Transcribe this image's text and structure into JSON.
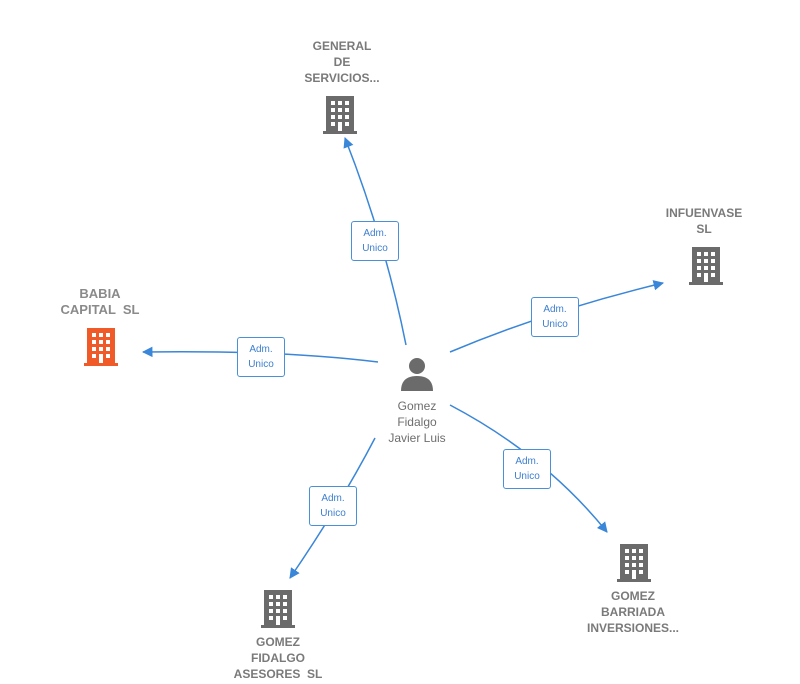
{
  "colors": {
    "edge": "#3a86d8",
    "company_icon": "#6b6b6b",
    "highlight_icon": "#f05a28",
    "person_icon": "#6b6b6b"
  },
  "person": {
    "icon": "person-icon",
    "name_lines": [
      "Gomez",
      "Fidalgo",
      "Javier Luis"
    ]
  },
  "companies": [
    {
      "id": "general-de-servicios",
      "icon": "building-icon",
      "name_lines": [
        "GENERAL",
        "DE",
        "SERVICIOS..."
      ],
      "highlight": false
    },
    {
      "id": "infuenvase",
      "icon": "building-icon",
      "name_lines": [
        "INFUENVASE",
        "SL"
      ],
      "highlight": false
    },
    {
      "id": "babia-capital",
      "icon": "building-icon",
      "name_lines": [
        "BABIA",
        "CAPITAL  SL"
      ],
      "highlight": true
    },
    {
      "id": "gomez-barriada",
      "icon": "building-icon",
      "name_lines": [
        "GOMEZ",
        "BARRIADA",
        "INVERSIONES..."
      ],
      "highlight": false
    },
    {
      "id": "gomez-fidalgo-asesores",
      "icon": "building-icon",
      "name_lines": [
        "GOMEZ",
        "FIDALGO",
        "ASESORES  SL"
      ],
      "highlight": false
    }
  ],
  "edges": [
    {
      "to": "general-de-servicios",
      "label_lines": [
        "Adm.",
        "Unico"
      ]
    },
    {
      "to": "infuenvase",
      "label_lines": [
        "Adm.",
        "Unico"
      ]
    },
    {
      "to": "babia-capital",
      "label_lines": [
        "Adm.",
        "Unico"
      ]
    },
    {
      "to": "gomez-barriada",
      "label_lines": [
        "Adm.",
        "Unico"
      ]
    },
    {
      "to": "gomez-fidalgo-asesores",
      "label_lines": [
        "Adm.",
        "Unico"
      ]
    }
  ]
}
